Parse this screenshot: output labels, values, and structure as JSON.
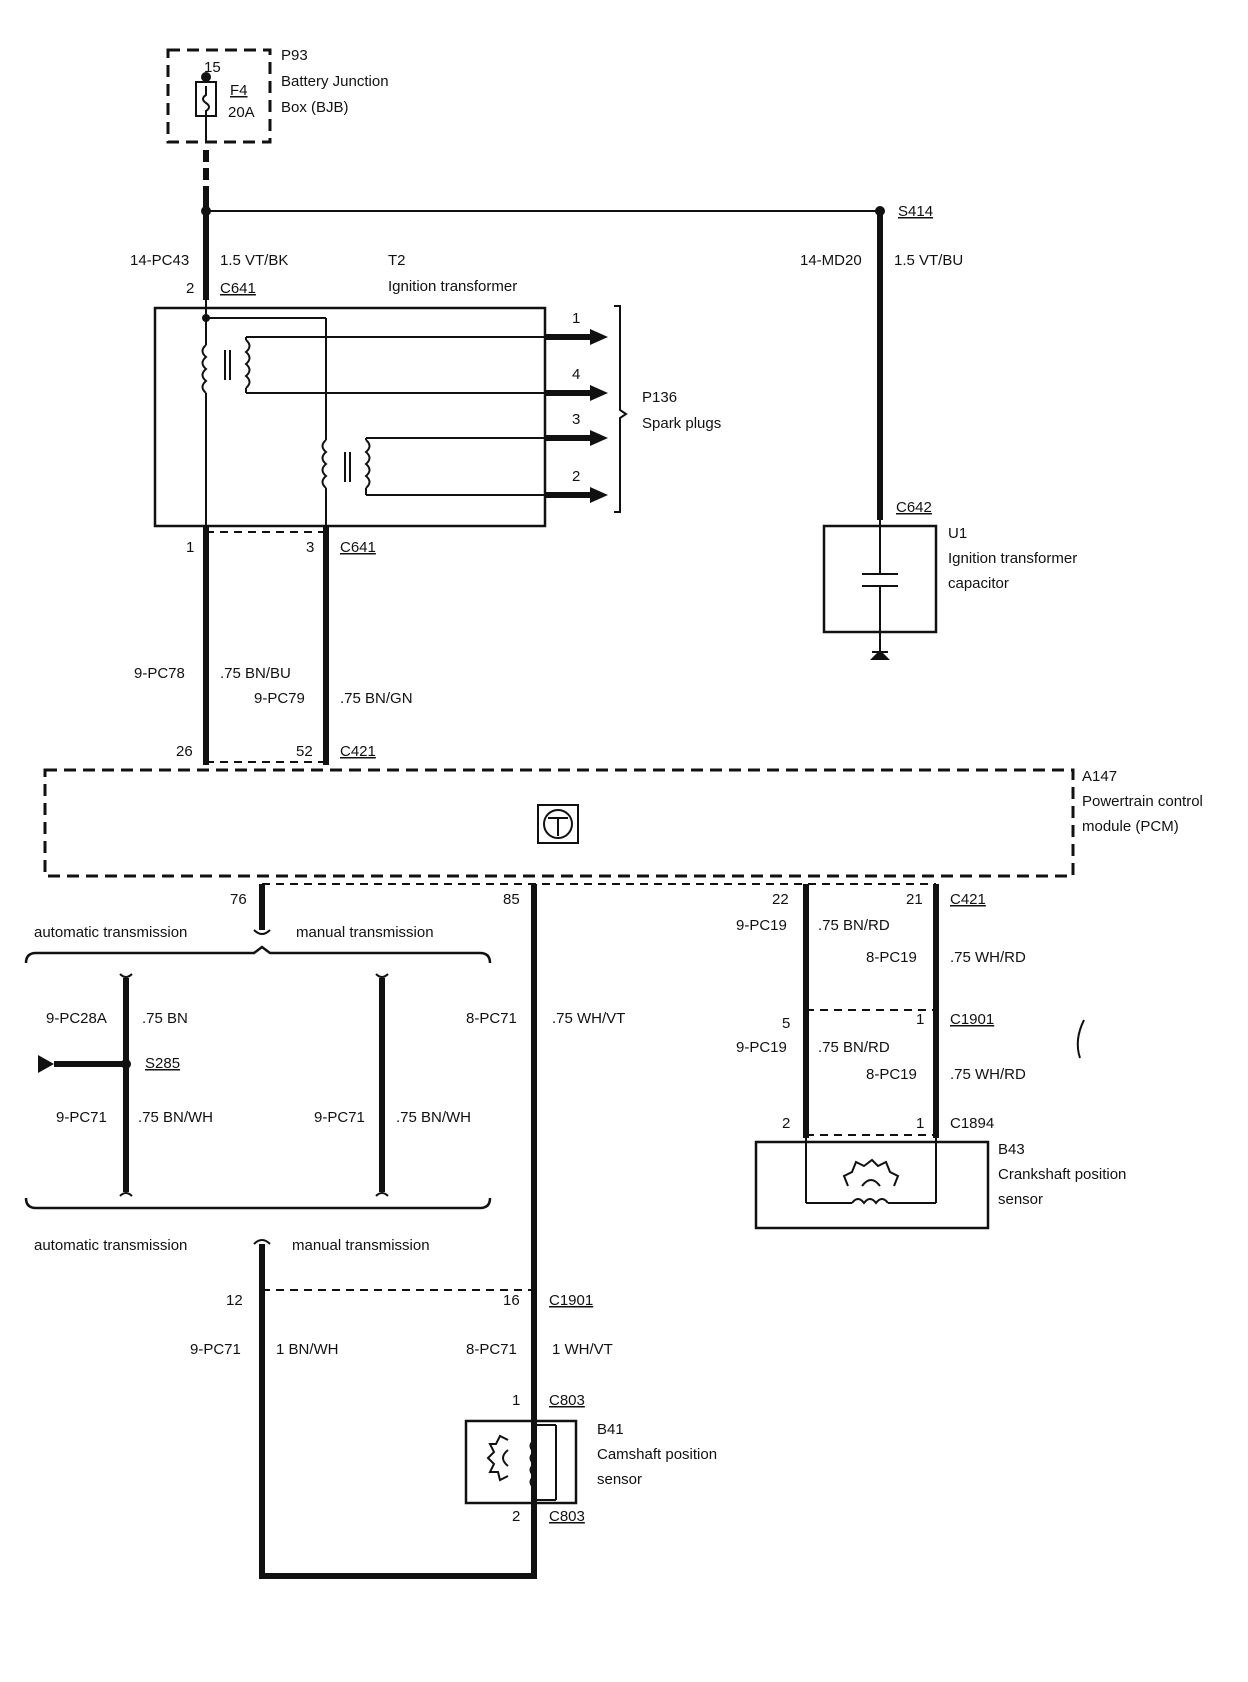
{
  "bjb": {
    "id": "P93",
    "name_line1": "Battery Junction",
    "name_line2": "Box (BJB)",
    "pin": "15",
    "fuse_id": "F4",
    "fuse_rating": "20A"
  },
  "splice_s414": "S414",
  "wire_pc43": {
    "circuit": "14-PC43",
    "spec": "1.5 VT/BK"
  },
  "wire_md20": {
    "circuit": "14-MD20",
    "spec": "1.5 VT/BU"
  },
  "t2": {
    "id": "T2",
    "name": "Ignition transformer",
    "conn_top": "C641",
    "pin_top": "2",
    "conn_bottom": "C641",
    "pin_bottom_1": "1",
    "pin_bottom_3": "3"
  },
  "spark": {
    "id": "P136",
    "name": "Spark plugs",
    "plugs": [
      "1",
      "4",
      "3",
      "2"
    ]
  },
  "u1": {
    "conn": "C642",
    "id": "U1",
    "name_line1": "Ignition transformer",
    "name_line2": "capacitor"
  },
  "wire_pc78": {
    "circuit": "9-PC78",
    "spec": ".75 BN/BU"
  },
  "wire_pc79": {
    "circuit": "9-PC79",
    "spec": ".75 BN/GN"
  },
  "pcm": {
    "id": "A147",
    "name_line1": "Powertrain control",
    "name_line2": "module (PCM)",
    "conn_top": "C421",
    "pin_26": "26",
    "pin_52": "52",
    "pin_76": "76",
    "pin_85": "85",
    "pin_22": "22",
    "pin_21": "21",
    "conn_bottom": "C421"
  },
  "trans": {
    "auto": "automatic transmission",
    "manual": "manual transmission"
  },
  "wire_pc28a": {
    "circuit": "9-PC28A",
    "spec": ".75 BN"
  },
  "splice_s285": "S285",
  "wire_pc71_auto": {
    "circuit": "9-PC71",
    "spec": ".75 BN/WH"
  },
  "wire_pc71_manual": {
    "circuit": "9-PC71",
    "spec": ".75 BN/WH"
  },
  "wire_8pc71_mid": {
    "circuit": "8-PC71",
    "spec": ".75 WH/VT"
  },
  "wire_pc19_a": {
    "circuit": "9-PC19",
    "spec": ".75 BN/RD"
  },
  "wire_8pc19_a": {
    "circuit": "8-PC19",
    "spec": ".75 WH/RD"
  },
  "c1901_right": {
    "conn": "C1901",
    "pin_5": "5",
    "pin_1": "1"
  },
  "wire_pc19_b": {
    "circuit": "9-PC19",
    "spec": ".75 BN/RD"
  },
  "wire_8pc19_b": {
    "circuit": "8-PC19",
    "spec": ".75 WH/RD"
  },
  "b43": {
    "conn": "C1894",
    "pin_2": "2",
    "pin_1": "1",
    "id": "B43",
    "name_line1": "Crankshaft position",
    "name_line2": "sensor"
  },
  "c1901_bottom": {
    "conn": "C1901",
    "pin_12": "12",
    "pin_16": "16"
  },
  "wire_pc71_bottom": {
    "circuit": "9-PC71",
    "spec": "1 BN/WH"
  },
  "wire_8pc71_bottom": {
    "circuit": "8-PC71",
    "spec": "1 WH/VT"
  },
  "b41": {
    "conn_top": "C803",
    "pin_top": "1",
    "id": "B41",
    "name_line1": "Camshaft position",
    "name_line2": "sensor",
    "conn_bottom": "C803",
    "pin_bottom": "2"
  }
}
